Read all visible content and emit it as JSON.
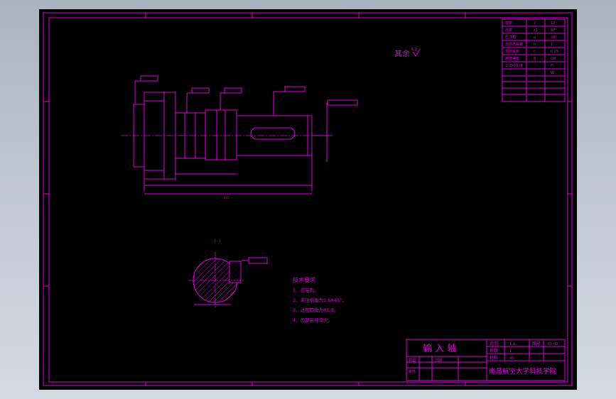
{
  "app": {
    "background_color": "#b9c3cc",
    "canvas_color": "#000000",
    "line_color": "#e000e0"
  },
  "drawing": {
    "roughness_note": "其余",
    "roughness_value": "6.3",
    "section_label": "I - I",
    "params_table": {
      "rows": [
        [
          "模数",
          "2",
          "12"
        ],
        [
          "齿数",
          "z1",
          "87"
        ],
        [
          "压力角",
          "α",
          "20°"
        ],
        [
          "齿顶高系数",
          "h",
          "1"
        ],
        [
          "顶隙系数",
          "c",
          "0.25"
        ],
        [
          "精度等级",
          "8",
          "GB"
        ],
        [
          "公法线长度",
          "",
          "Fr"
        ],
        [
          "",
          "",
          "W"
        ]
      ]
    },
    "tech_req": {
      "heading": "技术要求",
      "items": [
        "1、去毛刺。",
        "2、未注倒角为1.5X45°。",
        "3、过度圆角为R1.5。",
        "4、齿部高频淬火。"
      ]
    },
    "title_block": {
      "part_name": "输 入 轴",
      "school": "南昌航空大学科技学院",
      "scale_label": "比例",
      "scale_value": "1:1",
      "qty_label": "件数",
      "qty_value": "1",
      "material_label": "材料",
      "material_value": "45",
      "drawing_no_label": "图号",
      "drawing_no_value": "01-02",
      "designer_label": "制图",
      "checker_label": "审核",
      "date_label": "日期"
    }
  }
}
